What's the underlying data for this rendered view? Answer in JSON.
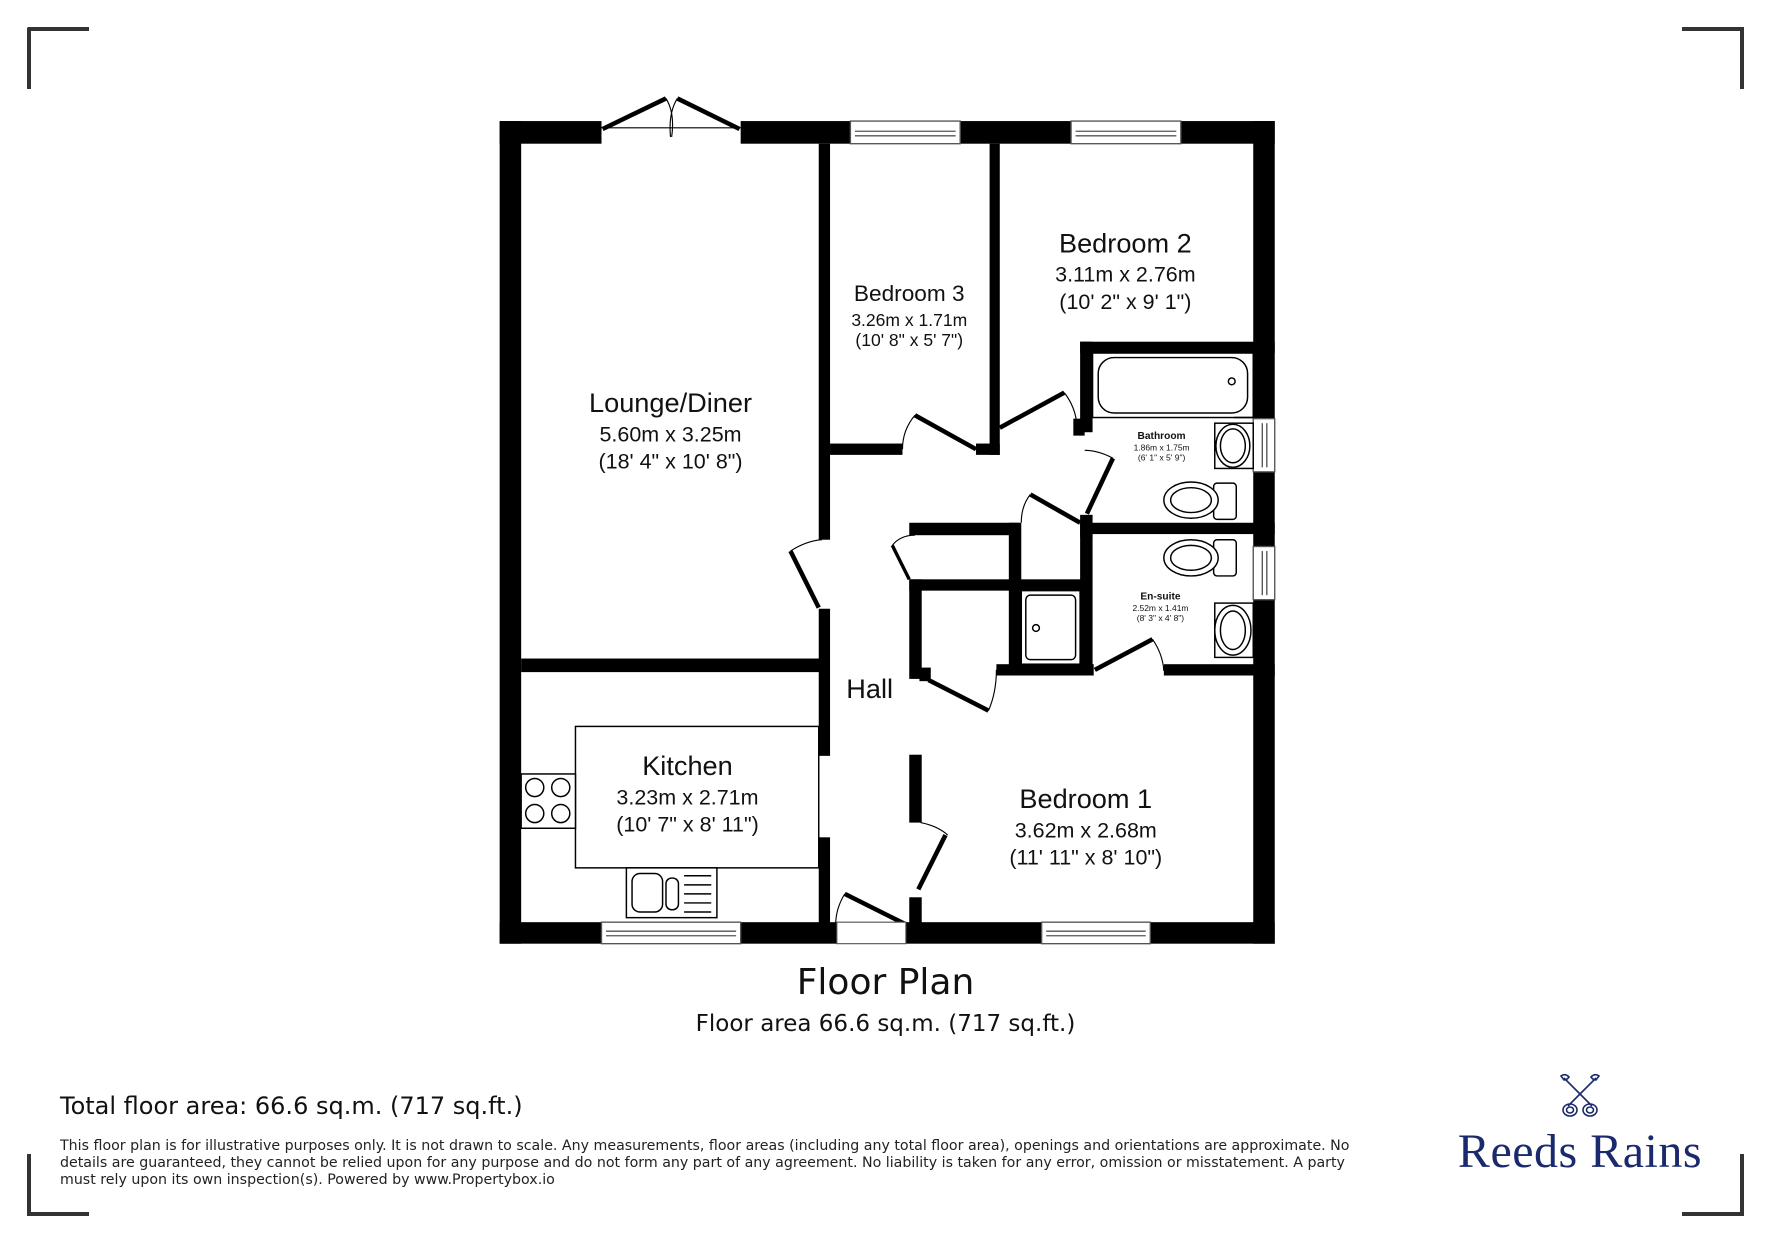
{
  "floor_plan": {
    "title": "Floor Plan",
    "subtitle": "Floor area 66.6 sq.m. (717 sq.ft.)",
    "rooms": [
      {
        "name": "Lounge/Diner",
        "metric": "5.60m x 3.25m",
        "imperial": "(18' 4\" x 10' 8\")"
      },
      {
        "name": "Bedroom 3",
        "metric": "3.26m x 1.71m",
        "imperial": "(10' 8\" x 5' 7\")"
      },
      {
        "name": "Bedroom 2",
        "metric": "3.11m x 2.76m",
        "imperial": "(10' 2\" x 9' 1\")"
      },
      {
        "name": "Bathroom",
        "metric": "1.86m x 1.75m",
        "imperial": "(6' 1\" x 5' 9\")"
      },
      {
        "name": "En-suite",
        "metric": "2.52m x 1.41m",
        "imperial": "(8' 3\" x 4' 8\")"
      },
      {
        "name": "Hall",
        "metric": "",
        "imperial": ""
      },
      {
        "name": "Kitchen",
        "metric": "3.23m x 2.71m",
        "imperial": "(10' 7\" x 8' 11\")"
      },
      {
        "name": "Bedroom 1",
        "metric": "3.62m x 2.68m",
        "imperial": "(11' 11\" x 8' 10\")"
      }
    ]
  },
  "footer": {
    "total_area": "Total floor area: 66.6 sq.m. (717 sq.ft.)",
    "disclaimer": "This floor plan is for illustrative purposes only. It is not drawn to scale. Any measurements, floor areas (including any total floor area), openings and orientations are approximate. No details are guaranteed, they cannot be relied upon for any purpose and do not form any part of any agreement. No liability is taken for any error, omission or misstatement. A party must rely upon its own inspection(s). Powered by www.Propertybox.io"
  },
  "branding": {
    "name": "Reeds Rains",
    "logo_icon": "crossed-keys-icon",
    "color": "#1a2a6c"
  }
}
